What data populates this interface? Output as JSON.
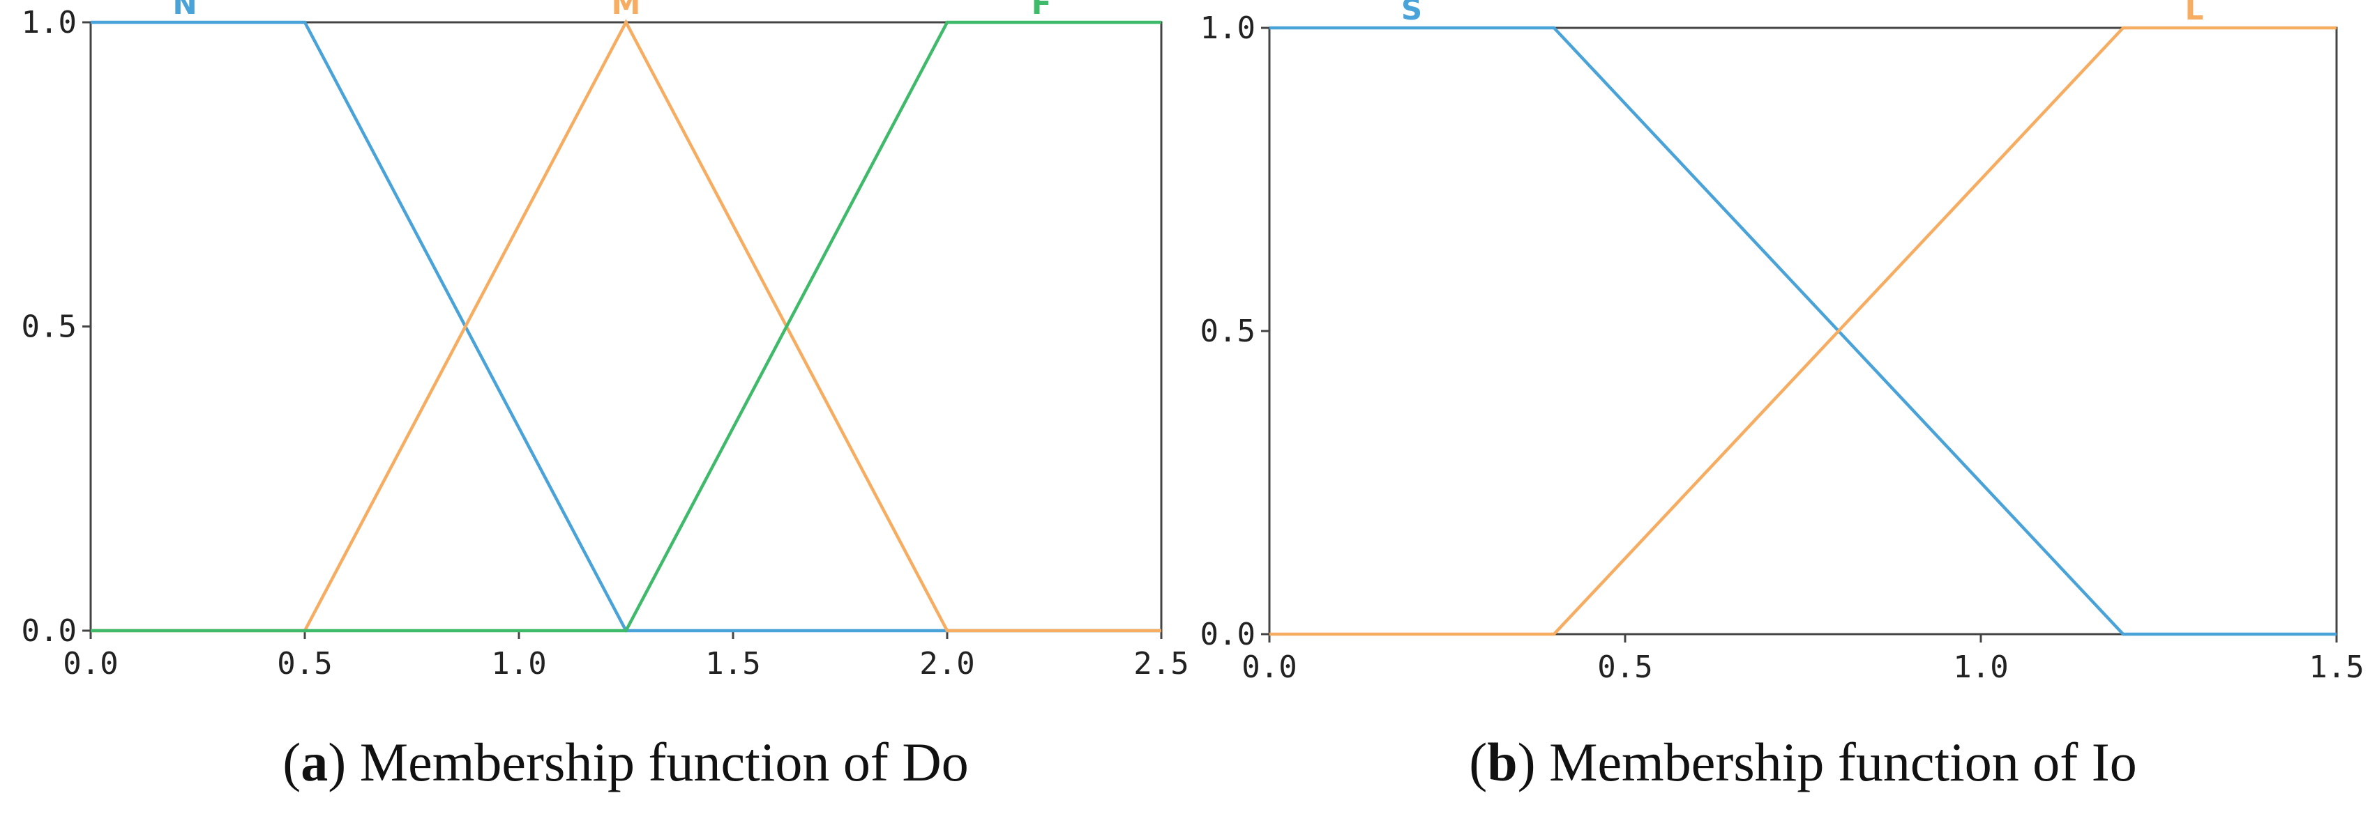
{
  "chart_data": [
    {
      "id": "a",
      "type": "line",
      "caption_prefix": "(",
      "caption_letter": "a",
      "caption_text": ") Membership function of Do",
      "xlim": [
        0,
        2.5
      ],
      "ylim": [
        0,
        1
      ],
      "xticks": [
        0.0,
        0.5,
        1.0,
        1.5,
        2.0,
        2.5
      ],
      "xtick_labels": [
        "0.0",
        "0.5",
        "1.0",
        "1.5",
        "2.0",
        "2.5"
      ],
      "yticks": [
        0.0,
        0.5,
        1.0
      ],
      "ytick_labels": [
        "0.0",
        "0.5",
        "1.0"
      ],
      "grid": false,
      "series": [
        {
          "name": "N",
          "color": "#4aa3d8",
          "x": [
            0,
            0.5,
            1.25,
            2.5
          ],
          "y": [
            1,
            1,
            0,
            0
          ],
          "label_at": [
            0.22,
            1.0
          ]
        },
        {
          "name": "M",
          "color": "#f6ad62",
          "x": [
            0,
            0.5,
            1.25,
            2.0,
            2.5
          ],
          "y": [
            0,
            0,
            1,
            0,
            0
          ],
          "label_at": [
            1.25,
            1.0
          ]
        },
        {
          "name": "F",
          "color": "#3fb96a",
          "x": [
            0,
            1.25,
            2.0,
            2.5
          ],
          "y": [
            0,
            0,
            1,
            1
          ],
          "label_at": [
            2.22,
            1.0
          ]
        }
      ]
    },
    {
      "id": "b",
      "type": "line",
      "caption_prefix": "(",
      "caption_letter": "b",
      "caption_text": ") Membership function of Io",
      "xlim": [
        0,
        1.5
      ],
      "ylim": [
        0,
        1
      ],
      "xticks": [
        0.0,
        0.5,
        1.0,
        1.5
      ],
      "xtick_labels": [
        "0.0",
        "0.5",
        "1.0",
        "1.5"
      ],
      "yticks": [
        0.0,
        0.5,
        1.0
      ],
      "ytick_labels": [
        "0.0",
        "0.5",
        "1.0"
      ],
      "grid": false,
      "series": [
        {
          "name": "S",
          "color": "#4aa3d8",
          "x": [
            0,
            0.4,
            1.2,
            1.5
          ],
          "y": [
            1,
            1,
            0,
            0
          ],
          "label_at": [
            0.2,
            1.0
          ]
        },
        {
          "name": "L",
          "color": "#f6ad62",
          "x": [
            0,
            0.4,
            1.2,
            1.5
          ],
          "y": [
            0,
            0,
            1,
            1
          ],
          "label_at": [
            1.3,
            1.0
          ]
        }
      ]
    }
  ]
}
